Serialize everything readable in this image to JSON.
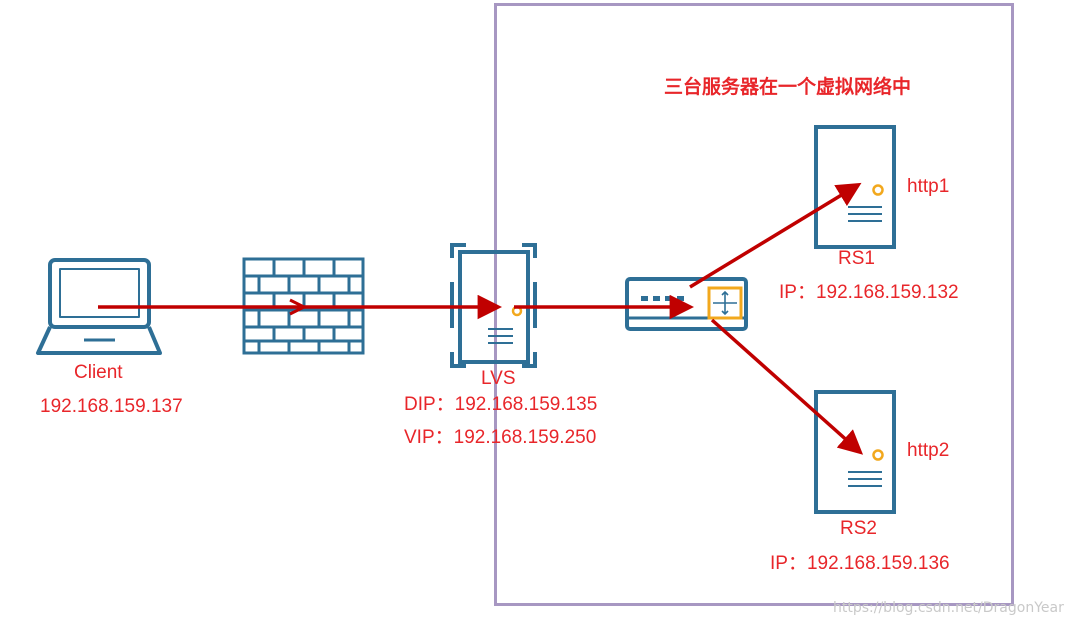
{
  "diagram": {
    "region_title": "三台服务器在一个虚拟网络中",
    "client": {
      "label": "Client",
      "ip": "192.168.159.137"
    },
    "lvs": {
      "label": "LVS",
      "dip": "DIP：192.168.159.135",
      "vip": "VIP：192.168.159.250"
    },
    "rs1": {
      "label": "RS1",
      "service": "http1",
      "ip": "IP：192.168.159.132"
    },
    "rs2": {
      "label": "RS2",
      "service": "http2",
      "ip": "IP：192.168.159.136"
    },
    "watermark": "https://blog.csdn.net/DragonYear"
  },
  "colors": {
    "device_blue": "#2e6f96",
    "arrow_red": "#c00000",
    "text_red": "#e8262a",
    "accent_orange": "#f2a81d",
    "region_border": "#a797c2"
  },
  "icons": {
    "client": "laptop-icon",
    "firewall": "firewall-icon",
    "lvs": "load-balancer-server-icon",
    "switch": "switch-icon",
    "rs1": "server-icon",
    "rs2": "server-icon"
  }
}
